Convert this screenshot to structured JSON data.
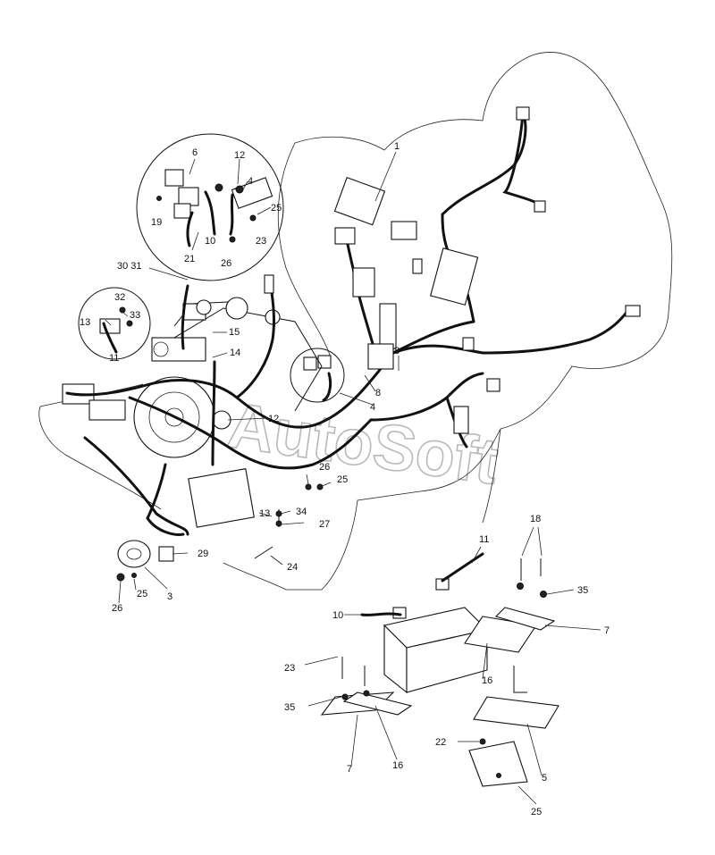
{
  "watermark": "AutoSoft",
  "callouts": {
    "c1": "1",
    "c6": "6",
    "c12a": "12",
    "c4a": "4",
    "c25a": "25",
    "c19": "19",
    "c10a": "10",
    "c23a": "23",
    "c21": "21",
    "c26a": "26",
    "c3031": "30 31",
    "c32": "32",
    "c13a": "13",
    "c33": "33",
    "c11a": "11",
    "c15": "15",
    "c14": "14",
    "c12b": "12",
    "c8a": "8",
    "c4b": "4",
    "c8b": "8",
    "c26b": "26",
    "c25b": "25",
    "c13b": "13",
    "c34": "34",
    "c27": "27",
    "c29": "29",
    "c24": "24",
    "c3": "3",
    "c25c": "25",
    "c26c": "26",
    "c11b": "11",
    "c18": "18",
    "c35a": "35",
    "c10b": "10",
    "c7a": "7",
    "c23b": "23",
    "c16a": "16",
    "c35b": "35",
    "c16b": "16",
    "c7b": "7",
    "c22": "22",
    "c5": "5",
    "c25d": "25"
  }
}
